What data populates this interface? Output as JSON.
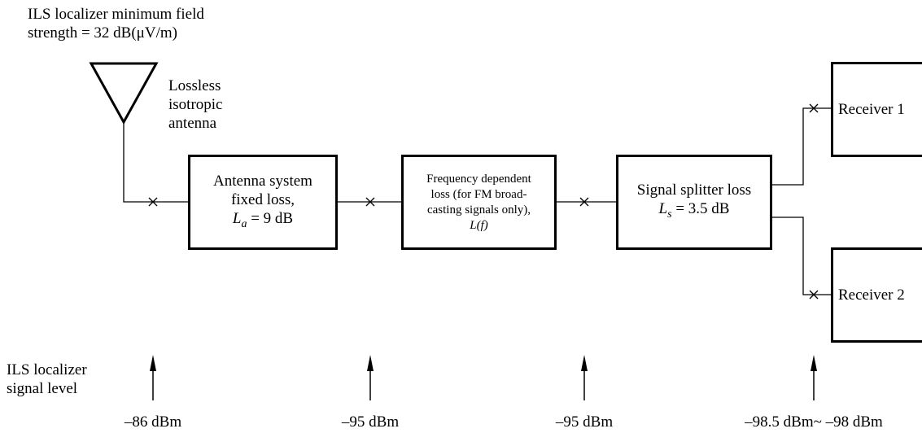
{
  "field_strength": {
    "line1": "ILS localizer minimum field",
    "line2": "strength = 32 dB(μV/m)"
  },
  "antenna": {
    "line1": "Lossless",
    "line2": "isotropic",
    "line3": "antenna"
  },
  "antenna_system_box": {
    "line1": "Antenna system",
    "line2": "fixed loss,",
    "symbol": "L",
    "subscript": "a",
    "value": " = 9 dB"
  },
  "freq_box": {
    "line1": "Frequency dependent",
    "line2": "loss (for FM broad-",
    "line3": "casting signals only),",
    "line4": "L(f)"
  },
  "splitter_box": {
    "line1": "Signal splitter loss",
    "symbol": "L",
    "subscript": "s",
    "value": " = 3.5 dB"
  },
  "receivers": {
    "receiver1": "Receiver 1",
    "receiver2": "Receiver 2"
  },
  "signal_label": {
    "line1": "ILS localizer",
    "line2": "signal level"
  },
  "levels": [
    "–86 dBm",
    "–95 dBm",
    "–95 dBm",
    "–98.5 dBm~ –98 dBm"
  ]
}
